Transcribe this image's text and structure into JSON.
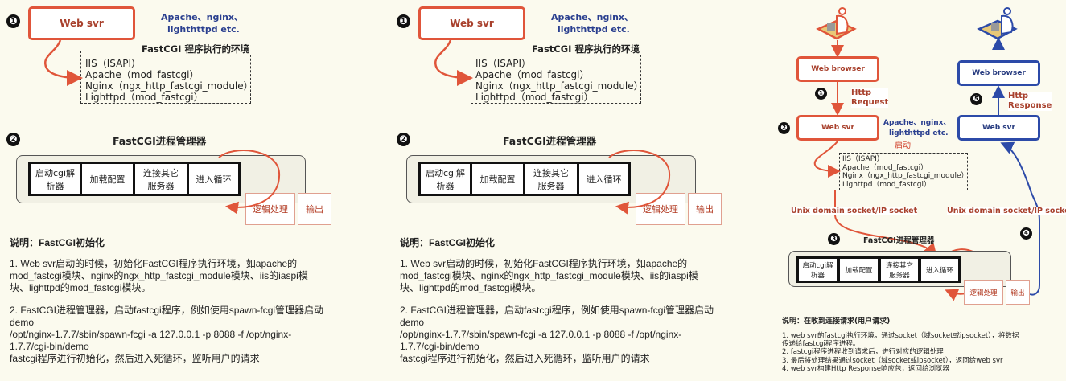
{
  "init_panel": {
    "step1_number": "❶",
    "step2_number": "❷",
    "web_server": "Web svr",
    "server_examples": [
      "Apache、nginx、",
      "lighthttpd etc."
    ],
    "env_title": "FastCGI 程序执行的环境",
    "env_items": [
      "IIS（ISAPI）",
      "Apache（mod_fastcgi）",
      "Nginx（ngx_http_fastcgi_module）",
      "Lighttpd（mod_fastcgi）"
    ],
    "manager_title": "FastCGI进程管理器",
    "manager_steps": [
      "启动cgi解析器",
      "加载配置",
      "连接其它服务器",
      "进入循环"
    ],
    "logic": "逻辑处理",
    "output": "输出",
    "desc_title": "说明：FastCGI初始化",
    "desc_lines": [
      "1. Web svr启动的时候，初始化FastCGI程序执行环境，如apache的",
      "mod_fastcgi模块、nginx的ngx_http_fastcgi_module模块、iis的iaspi模",
      "块、lighttpd的mod_fastcgi模块。",
      "2. FastCGI进程管理器，启动fastcgi程序，例如使用spawn-fcgi管理器启动",
      "demo",
      "/opt/nginx-1.7.7/sbin/spawn-fcgi -a 127.0.0.1 -p 8088 -f /opt/nginx-",
      "1.7.7/cgi-bin/demo",
      "fastcgi程序进行初始化，然后进入死循环，监听用户的请求"
    ]
  },
  "flow_panel": {
    "numbers": [
      "❶",
      "❷",
      "❸",
      "❹",
      "❺"
    ],
    "web_browser": "Web browser",
    "web_server": "Web svr",
    "http_request": [
      "Http",
      "Request"
    ],
    "http_response": [
      "Http",
      "Response"
    ],
    "server_examples": [
      "Apache、nginx、",
      "lighthttpd etc."
    ],
    "start_label": "启动",
    "env_items": [
      "IIS（ISAPI）",
      "Apache（mod_fastcgi）",
      "Nginx（ngx_http_fastcgi_module）",
      "Lighttpd（mod_fastcgi）"
    ],
    "socket_label": "Unix domain socket/IP socket",
    "manager_title": "FastCGI进程管理器",
    "manager_steps": [
      "启动cgi解析器",
      "加载配置",
      "连接其它服务器",
      "进入循环"
    ],
    "logic": "逻辑处理",
    "output": "输出",
    "desc_title": "说明：在收到连接请求(用户请求)",
    "desc_lines": [
      "1. web svr的fastcgi执行环境，通过socket（域socket或ipsocket），将数据",
      "传递给fastcgi程序进程。",
      "2. fastcgi程序进程收到请求后，进行对应的逻辑处理",
      "3. 最后将处理结果通过socket（域socket或ipsocket），返回给web svr",
      "4. web svr构建Http Response响应包，返回给浏览器"
    ]
  },
  "colors": {
    "request": "#e0553a",
    "response": "#2c4aa8",
    "text_red": "#a8402c",
    "text_blue": "#2a3f8f"
  }
}
